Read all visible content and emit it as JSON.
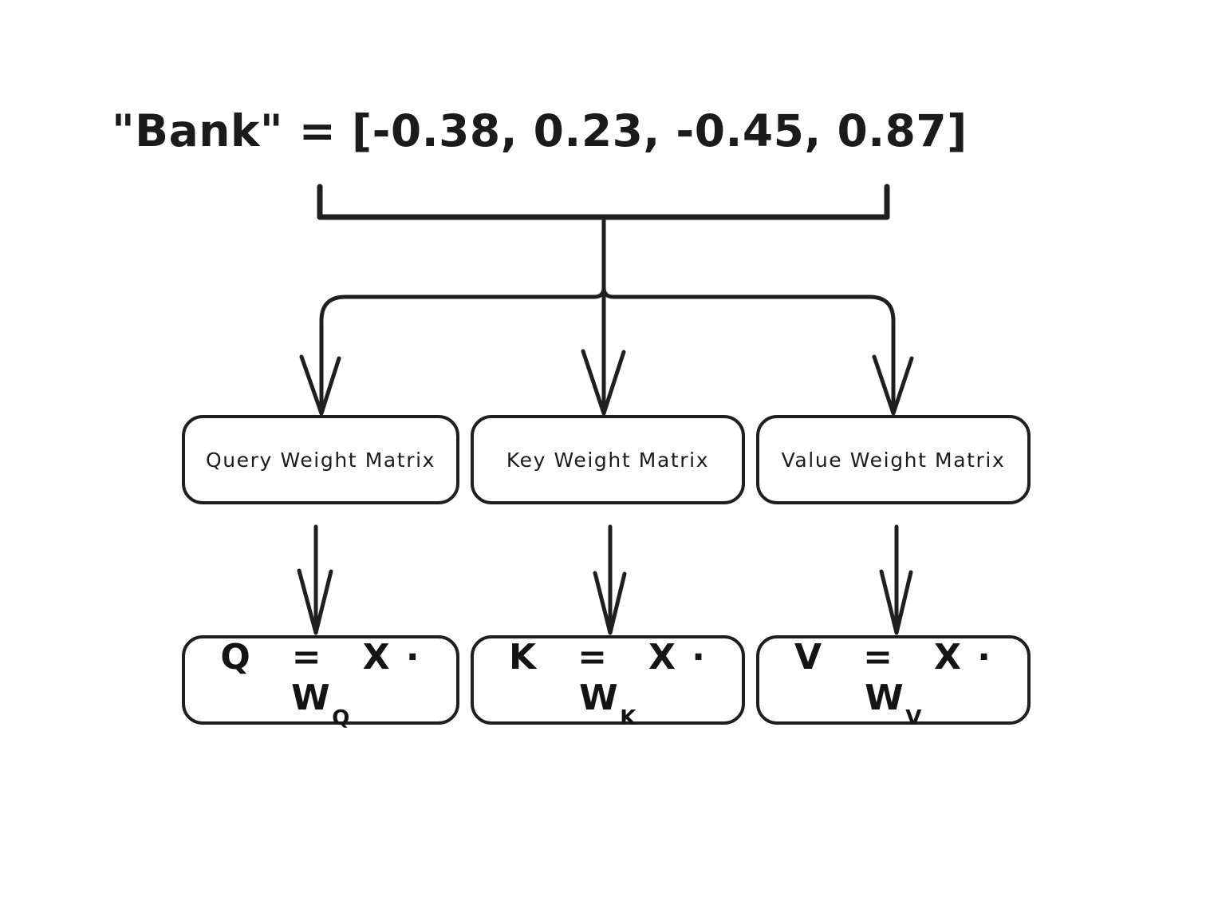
{
  "diagram": {
    "title": "\"Bank\" = [-0.38, 0.23, -0.45, 0.87]",
    "token": "Bank",
    "embedding_vector": [
      -0.38,
      0.23,
      -0.45,
      0.87
    ],
    "stroke_color": "#1f1f1f",
    "background_color": "#ffffff",
    "weight_nodes": [
      {
        "id": "query-weight-matrix",
        "label": "Query Weight Matrix"
      },
      {
        "id": "key-weight-matrix",
        "label": "Key Weight Matrix"
      },
      {
        "id": "value-weight-matrix",
        "label": "Value Weight Matrix"
      }
    ],
    "formula_nodes": [
      {
        "id": "q-formula",
        "lhs": "Q",
        "eq": "=",
        "rhs": "X",
        "dot": "·",
        "w": "W",
        "sub": "Q"
      },
      {
        "id": "k-formula",
        "lhs": "K",
        "eq": "=",
        "rhs": "X",
        "dot": "·",
        "w": "W",
        "sub": "K"
      },
      {
        "id": "v-formula",
        "lhs": "V",
        "eq": "=",
        "rhs": "X",
        "dot": "·",
        "w": "W",
        "sub": "V"
      }
    ],
    "connectors": [
      {
        "id": "embedding-bracket",
        "from": "embedding-vector",
        "to": "fan-out-junction"
      },
      {
        "id": "fanout-to-query",
        "from": "fan-out-junction",
        "to": "query-weight-matrix"
      },
      {
        "id": "fanout-to-key",
        "from": "fan-out-junction",
        "to": "key-weight-matrix"
      },
      {
        "id": "fanout-to-value",
        "from": "fan-out-junction",
        "to": "value-weight-matrix"
      },
      {
        "id": "query-to-q",
        "from": "query-weight-matrix",
        "to": "q-formula"
      },
      {
        "id": "key-to-k",
        "from": "key-weight-matrix",
        "to": "k-formula"
      },
      {
        "id": "value-to-v",
        "from": "value-weight-matrix",
        "to": "v-formula"
      }
    ]
  }
}
